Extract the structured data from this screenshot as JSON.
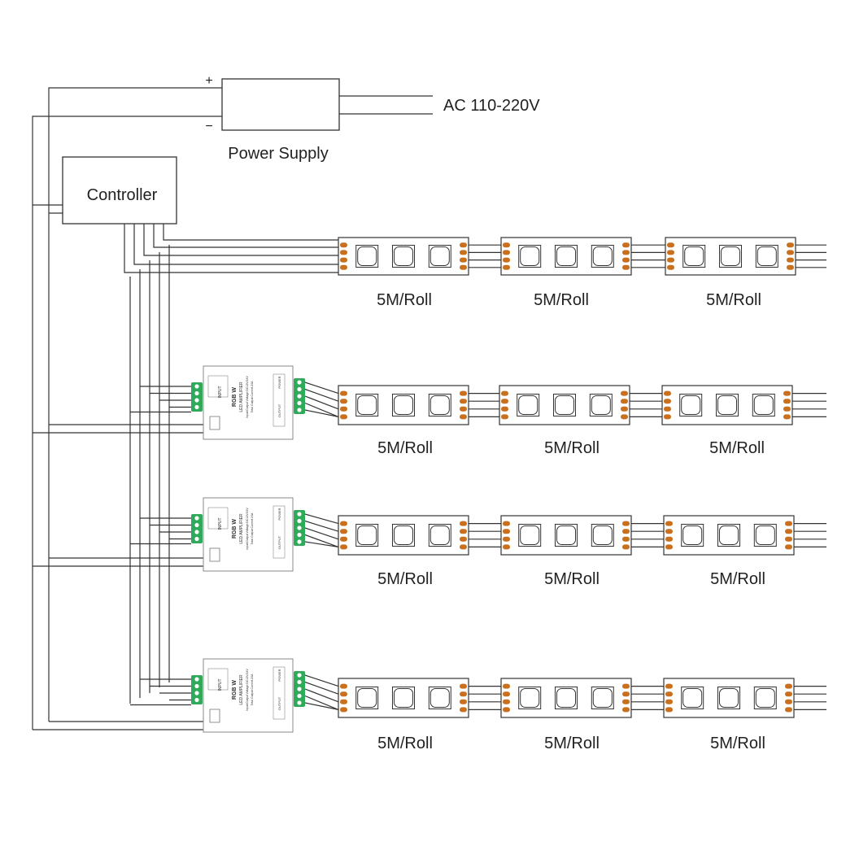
{
  "power_supply": {
    "label": "Power Supply",
    "plus_sign": "+",
    "minus_sign": "−",
    "ac_label": "AC 110-220V"
  },
  "controller": {
    "label": "Controller"
  },
  "amplifier": {
    "title": "RGB W",
    "subtitle": "LED AMPLIFIER",
    "spec_line_1": "Input/Output Voltage:DC12V/24V",
    "spec_line_2": "Total Output Current:24A",
    "input_label": "INPUT",
    "output_label": "OUTPUT",
    "power_label": "POWER"
  },
  "strip": {
    "roll_label": "5M/Roll"
  },
  "colors": {
    "line": "#333333",
    "pad": "#c8701e",
    "terminal": "#2eaa5a"
  },
  "icons": [
    "led-chip-icon",
    "solder-pad-icon",
    "screw-terminal-icon"
  ]
}
